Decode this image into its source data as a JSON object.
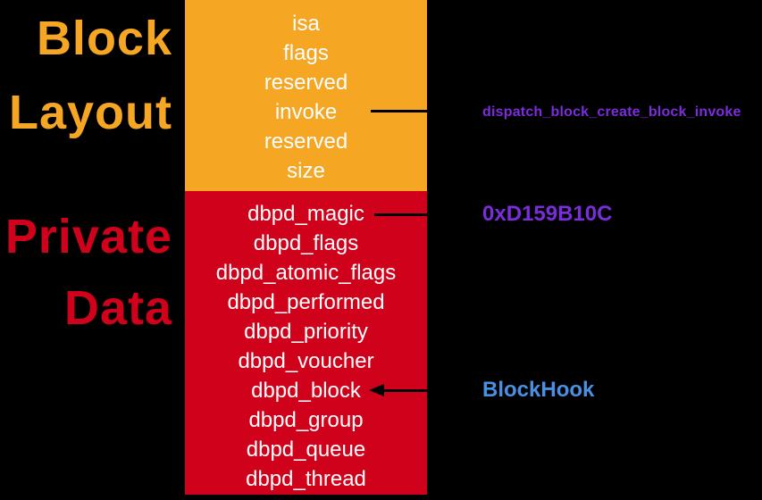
{
  "background_color": "#000000",
  "title_labels": {
    "block_layout": {
      "line1": "Block",
      "line2": "Layout",
      "color": "#F5A623"
    },
    "private_data": {
      "line1": "Private",
      "line2": "Data",
      "color": "#D0021B"
    }
  },
  "block_layout": {
    "fill_color": "#F5A623",
    "text_color": "#FFFFFF",
    "fields": [
      "isa",
      "flags",
      "reserved",
      "invoke",
      "reserved",
      "size"
    ]
  },
  "private_data": {
    "fill_color": "#D0021B",
    "text_color": "#FFFFFF",
    "fields": [
      "dbpd_magic",
      "dbpd_flags",
      "dbpd_atomic_flags",
      "dbpd_performed",
      "dbpd_priority",
      "dbpd_voucher",
      "dbpd_block",
      "dbpd_group",
      "dbpd_queue",
      "dbpd_thread"
    ]
  },
  "annotations": {
    "invoke_pointer": {
      "text": "dispatch_block_create_block_invoke",
      "color": "#7B2CDB",
      "points_to": "invoke"
    },
    "magic_value": {
      "text": "0xD159B10C",
      "color": "#7B2CDB",
      "points_to": "dbpd_magic"
    },
    "block_hook": {
      "text": "BlockHook",
      "color": "#4A90E2",
      "points_to": "dbpd_block"
    }
  }
}
